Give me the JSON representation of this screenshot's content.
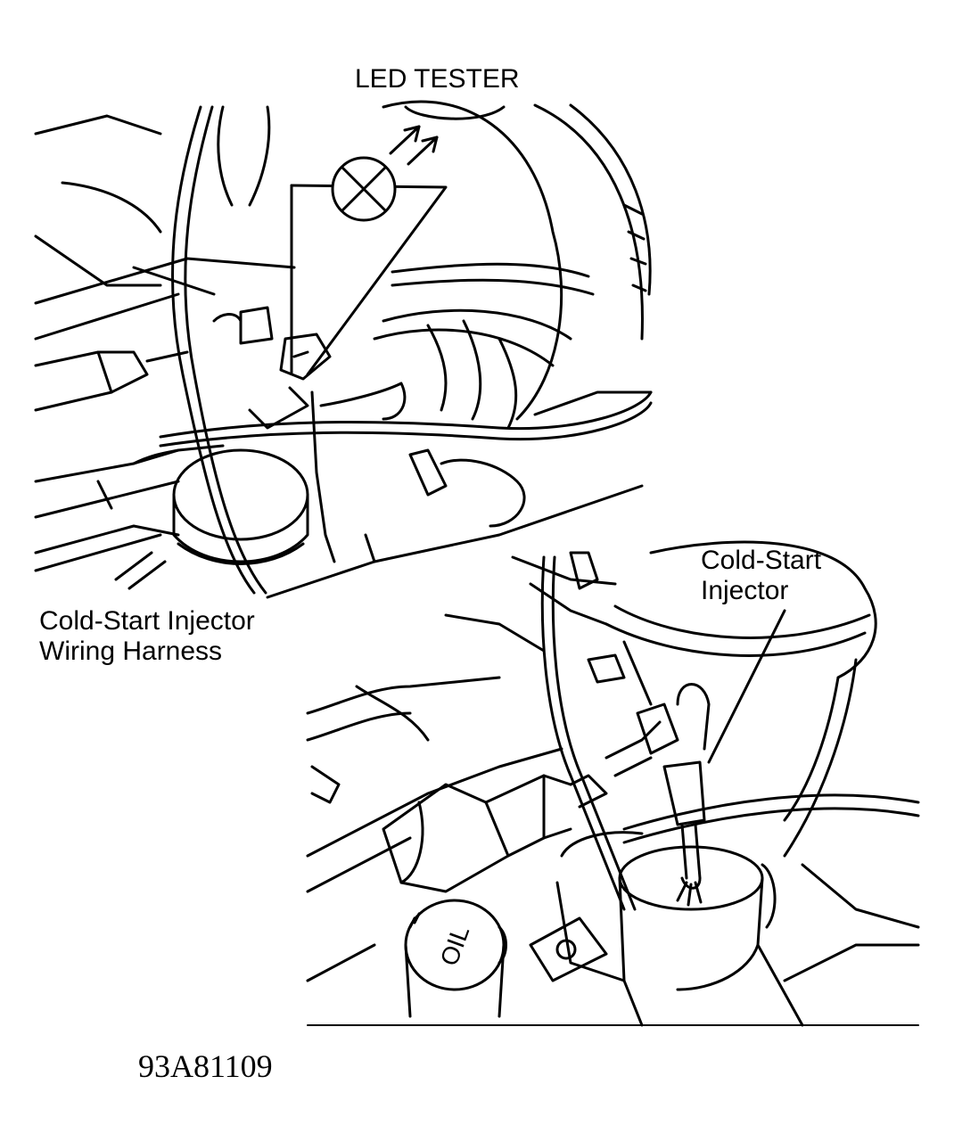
{
  "figure": {
    "labels": {
      "led_tester": "LED TESTER",
      "harness_line1": "Cold-Start Injector",
      "harness_line2": "Wiring Harness",
      "injector_line1": "Cold-Start",
      "injector_line2": "Injector",
      "cap_text": "OIL"
    },
    "figure_code": "93A81109"
  }
}
